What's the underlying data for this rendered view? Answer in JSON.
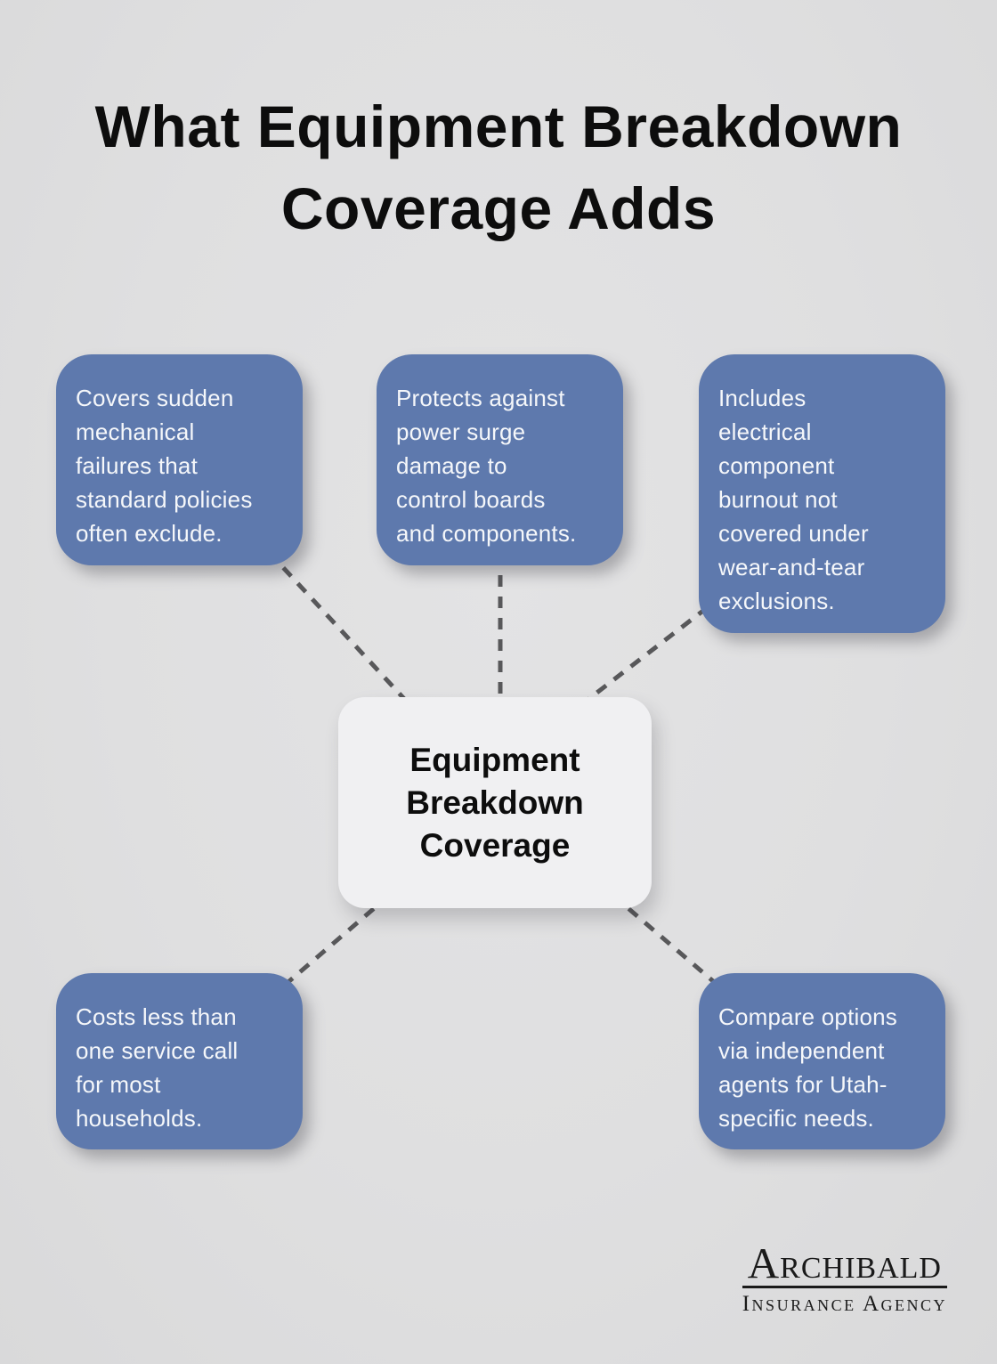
{
  "title": "What Equipment Breakdown Coverage Adds",
  "center_node": {
    "label": "Equipment Breakdown Coverage"
  },
  "nodes": [
    {
      "position": "top-left",
      "text": "Covers sudden mechanical failures that standard policies often exclude."
    },
    {
      "position": "top-middle",
      "text": "Protects against power surge damage to control boards and components."
    },
    {
      "position": "top-right",
      "text": "Includes electrical component burnout not covered under wear-and-tear exclusions."
    },
    {
      "position": "bottom-left",
      "text": "Costs less than one service call for most households."
    },
    {
      "position": "bottom-right",
      "text": "Compare options via independent agents for Utah-specific needs."
    }
  ],
  "logo": {
    "name": "Archibald",
    "subtitle": "Insurance Agency"
  },
  "colors": {
    "background": "#dfdfe0",
    "node_blue": "#5e79ad",
    "center_bg": "#f0f0f2",
    "connector": "#58585a",
    "node_text": "#f5f7fa",
    "heading_text": "#0d0d0d",
    "logo_text": "#1a1a1a"
  }
}
